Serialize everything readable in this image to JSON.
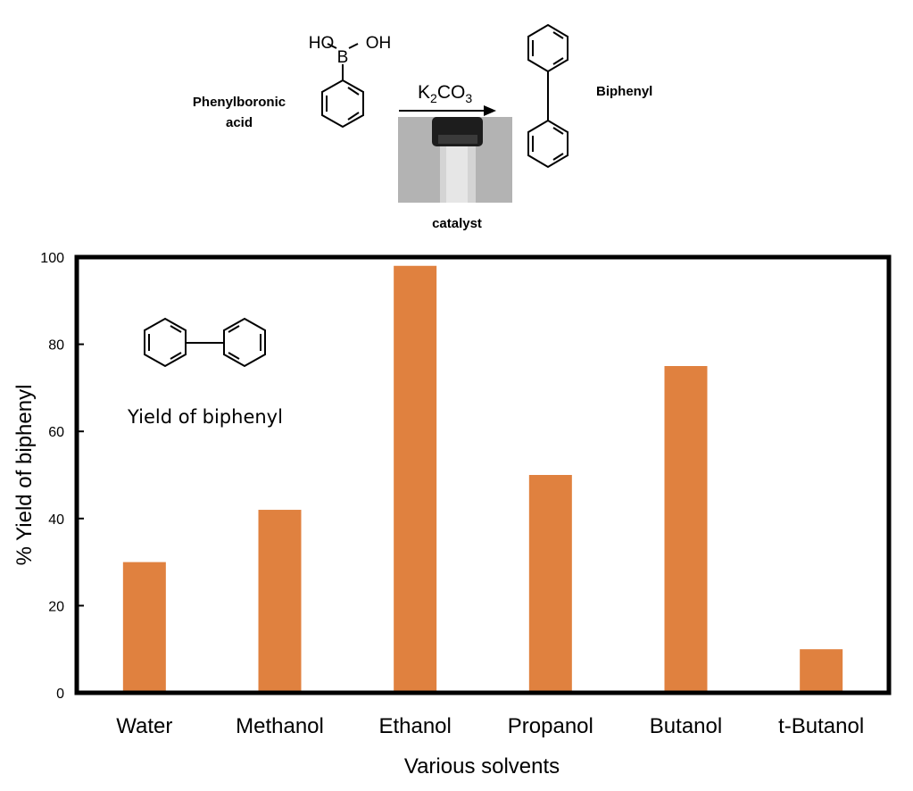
{
  "scheme": {
    "reactant_name_line1": "Phenylboronic",
    "reactant_name_line2": "acid",
    "boronic_oh_left": "HO",
    "boronic_oh_right": "OH",
    "boron_atom": "B",
    "reagent_base": "K",
    "reagent_sub1": "2",
    "reagent_mid": "CO",
    "reagent_sub2": "3",
    "catalyst_label": "catalyst",
    "product_name": "Biphenyl"
  },
  "chart_data": {
    "type": "bar",
    "categories": [
      "Water",
      "Methanol",
      "Ethanol",
      "Propanol",
      "Butanol",
      "t-Butanol"
    ],
    "values": [
      30,
      42,
      98,
      50,
      75,
      10
    ],
    "xlabel": "Various solvents",
    "ylabel": "% Yield  of biphenyl",
    "ylim": [
      0,
      100
    ],
    "yticks": [
      0,
      20,
      40,
      60,
      80,
      100
    ],
    "grid": false,
    "bar_color": "#E0813F",
    "inset_label": "Yield of biphenyl"
  }
}
